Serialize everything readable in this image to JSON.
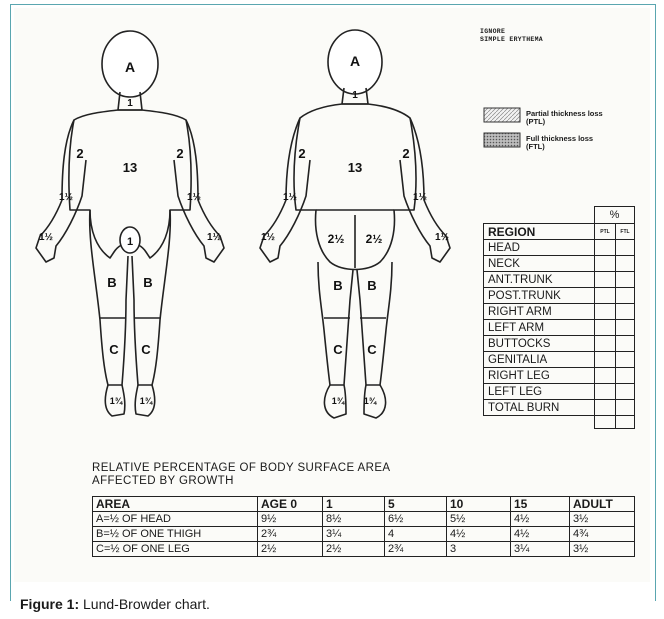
{
  "caption": {
    "label": "Figure 1:",
    "text": " Lund-Browder chart."
  },
  "note": {
    "line1": "IGNORE",
    "line2": "SIMPLE ERYTHEMA"
  },
  "legend": [
    {
      "label_line1": "Partial thickness loss",
      "label_line2": "(PTL)"
    },
    {
      "label_line1": "Full thickness loss",
      "label_line2": "(FTL)"
    }
  ],
  "body_labels": {
    "head": "A",
    "neck": "1",
    "trunk": "13",
    "upper_arm": "2",
    "forearm": "1½",
    "hand": "1½",
    "genital": "1",
    "buttock": "2½",
    "thigh": "B",
    "leg": "C",
    "foot": "1¾"
  },
  "region_table": {
    "percent": "%",
    "header": "REGION",
    "ptl": "PTL",
    "ftl": "FTL",
    "rows": [
      "HEAD",
      "NECK",
      "ANT.TRUNK",
      "POST.TRUNK",
      "RIGHT ARM",
      "LEFT ARM",
      "BUTTOCKS",
      "GENITALIA",
      "RIGHT LEG",
      "LEFT LEG",
      "TOTAL BURN"
    ]
  },
  "growth": {
    "heading_line1": "RELATIVE PERCENTAGE OF BODY SURFACE AREA",
    "heading_line2": "AFFECTED BY GROWTH",
    "columns": [
      "AREA",
      "AGE 0",
      "1",
      "5",
      "10",
      "15",
      "ADULT"
    ],
    "rows": [
      [
        "A=½ OF HEAD",
        "9½",
        "8½",
        "6½",
        "5½",
        "4½",
        "3½"
      ],
      [
        "B=½ OF ONE THIGH",
        "2¾",
        "3¼",
        "4",
        "4½",
        "4½",
        "4¾"
      ],
      [
        "C=½ OF ONE LEG",
        "2½",
        "2½",
        "2¾",
        "3",
        "3¼",
        "3½"
      ]
    ]
  }
}
